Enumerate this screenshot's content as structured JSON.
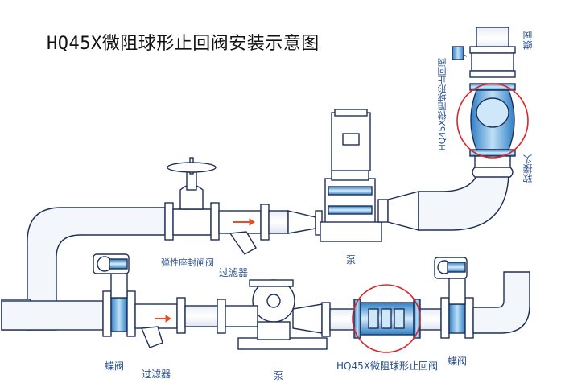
{
  "title": "HQ45X微阻球形止回阀安装示意图",
  "labels": {
    "gate_valve": "弹性座封闸阀",
    "filter_upper": "过滤器",
    "pump_upper": "泵",
    "butterfly_left": "蝶阀",
    "filter_lower": "过滤器",
    "pump_lower": "泵",
    "check_valve_lower": "HQ45X微阻球形止回阀",
    "butterfly_right": "蝶阀",
    "butterfly_top": "蝶阀",
    "check_valve_vertical": "HQ45X微阻球形止回阀",
    "soft_joint": "软接头"
  },
  "colors": {
    "pipe_line": "#1f2f5a",
    "pipe_fill": "#ffffff",
    "equipment_blue": "#3b8fd6",
    "equipment_light": "#bfe0f7",
    "label_blue": "#2a4f8c",
    "highlight_ring": "#d8262a",
    "flow_arrow": "#e0512a"
  }
}
